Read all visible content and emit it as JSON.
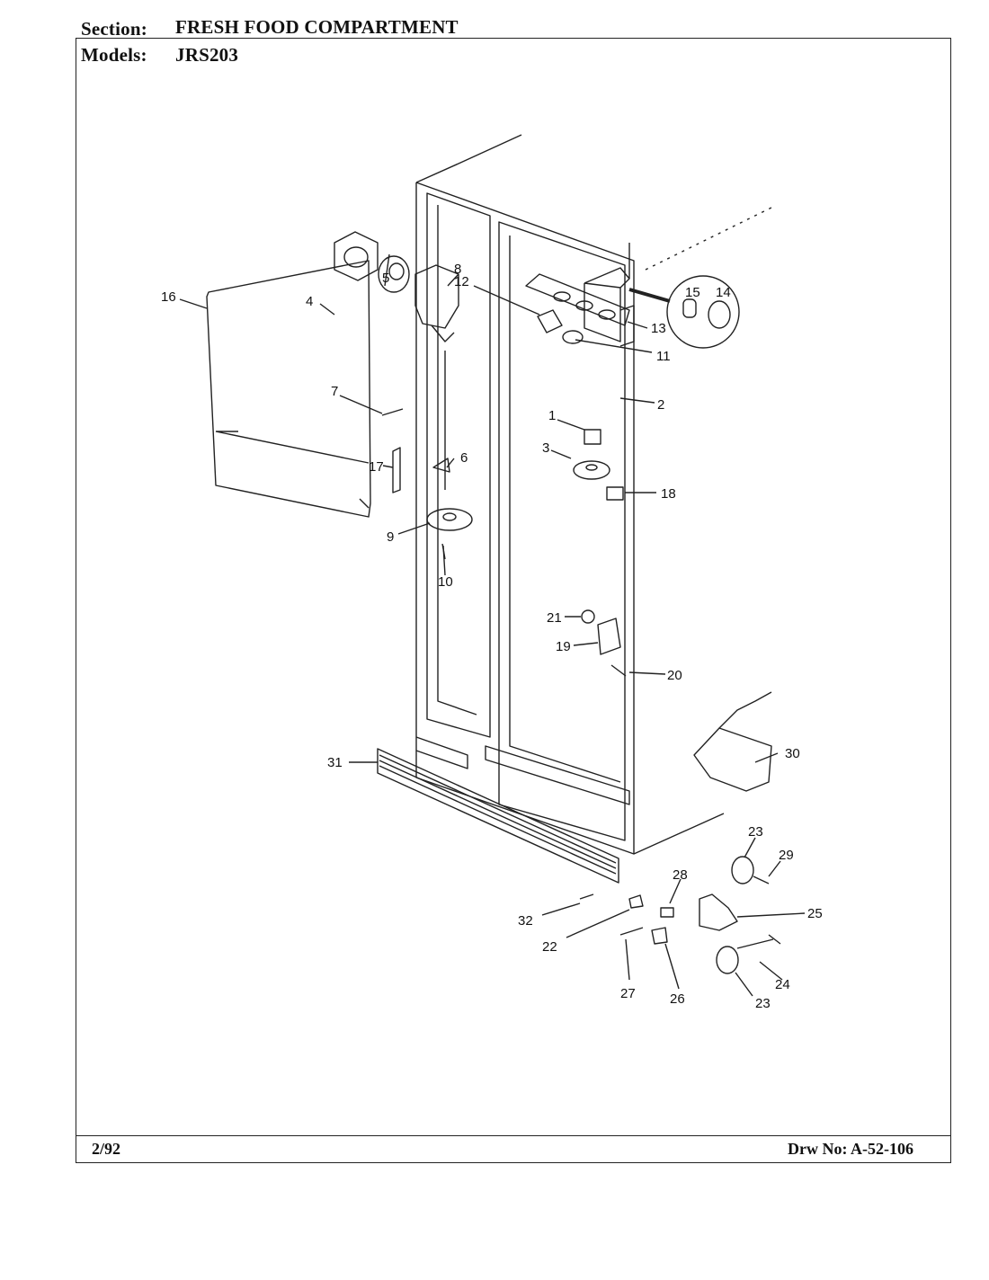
{
  "header": {
    "section_label": "Section:",
    "section_value": "FRESH FOOD COMPARTMENT",
    "models_label": "Models:",
    "models_value": "JRS203"
  },
  "footer": {
    "date": "2/92",
    "drawing_number": "Drw No: A-52-106"
  },
  "callouts": [
    "1",
    "2",
    "3",
    "4",
    "5",
    "6",
    "7",
    "8",
    "9",
    "10",
    "11",
    "12",
    "13",
    "14",
    "15",
    "16",
    "17",
    "18",
    "19",
    "20",
    "21",
    "22",
    "23",
    "23",
    "24",
    "25",
    "26",
    "27",
    "28",
    "29",
    "30",
    "31",
    "32"
  ]
}
